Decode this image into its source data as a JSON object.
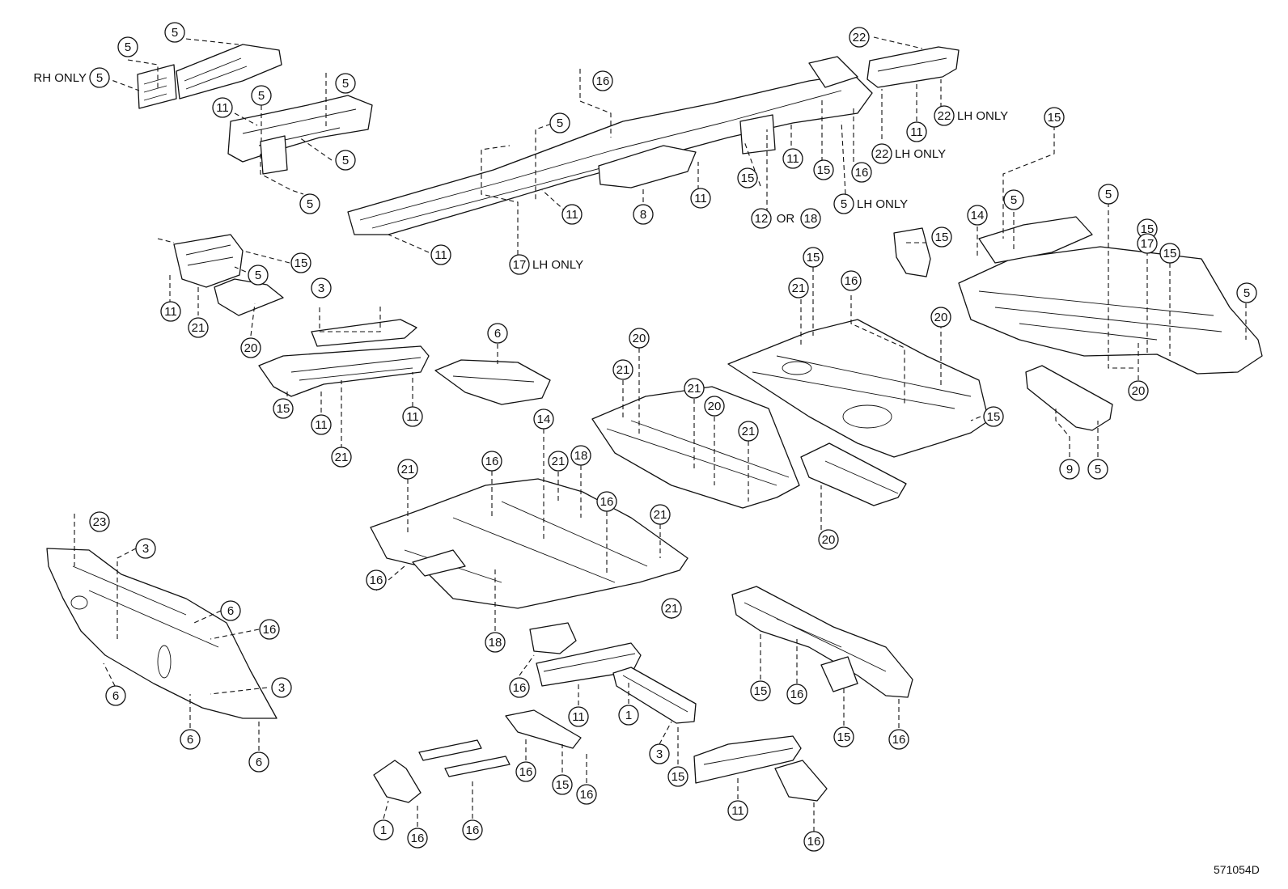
{
  "diagram_code": "571054D",
  "callouts": [
    {
      "id": "c01",
      "num": "5"
    },
    {
      "id": "c02",
      "num": "5"
    },
    {
      "id": "c03",
      "num": "5",
      "prefix": "RH ONLY"
    },
    {
      "id": "c04",
      "num": "5"
    },
    {
      "id": "c05",
      "num": "5"
    },
    {
      "id": "c06",
      "num": "11"
    },
    {
      "id": "c07",
      "num": "5"
    },
    {
      "id": "c08",
      "num": "5"
    },
    {
      "id": "c09",
      "num": "16"
    },
    {
      "id": "c10",
      "num": "5"
    },
    {
      "id": "c11",
      "num": "11"
    },
    {
      "id": "c12",
      "num": "8"
    },
    {
      "id": "c13",
      "num": "11"
    },
    {
      "id": "c14",
      "num": "11"
    },
    {
      "id": "c15",
      "num": "17",
      "suffix": "LH ONLY"
    },
    {
      "id": "c16",
      "num": "15"
    },
    {
      "id": "c17",
      "num": "12"
    },
    {
      "id": "c18",
      "num": "18"
    },
    {
      "id": "c19",
      "num": "11"
    },
    {
      "id": "c20",
      "num": "15"
    },
    {
      "id": "c21",
      "num": "16"
    },
    {
      "id": "c22",
      "num": "5",
      "suffix": "LH ONLY"
    },
    {
      "id": "c23",
      "num": "22"
    },
    {
      "id": "c24",
      "num": "22",
      "suffix": "LH ONLY"
    },
    {
      "id": "c25",
      "num": "11"
    },
    {
      "id": "c26",
      "num": "22",
      "suffix": "LH ONLY"
    },
    {
      "id": "c27",
      "num": "15"
    },
    {
      "id": "c28",
      "num": "5"
    },
    {
      "id": "c29",
      "num": "15"
    },
    {
      "id": "c30",
      "num": "11"
    },
    {
      "id": "c31",
      "num": "21"
    },
    {
      "id": "c32",
      "num": "20"
    },
    {
      "id": "c33",
      "num": "3"
    },
    {
      "id": "c34",
      "num": "15"
    },
    {
      "id": "c35",
      "num": "11"
    },
    {
      "id": "c36",
      "num": "11"
    },
    {
      "id": "c37",
      "num": "21"
    },
    {
      "id": "c38",
      "num": "6"
    },
    {
      "id": "c39",
      "num": "15"
    },
    {
      "id": "c40",
      "num": "15"
    },
    {
      "id": "c41",
      "num": "21"
    },
    {
      "id": "c42",
      "num": "16"
    },
    {
      "id": "c43",
      "num": "20"
    },
    {
      "id": "c44",
      "num": "15"
    },
    {
      "id": "c45",
      "num": "20"
    },
    {
      "id": "c46",
      "num": "15"
    },
    {
      "id": "c47",
      "num": "5"
    },
    {
      "id": "c48",
      "num": "14"
    },
    {
      "id": "c49",
      "num": "5"
    },
    {
      "id": "c50",
      "num": "15"
    },
    {
      "id": "c51",
      "num": "5"
    },
    {
      "id": "c52",
      "num": "20"
    },
    {
      "id": "c53",
      "num": "9"
    },
    {
      "id": "c54",
      "num": "5"
    },
    {
      "id": "c55",
      "num": "17"
    },
    {
      "id": "c56",
      "num": "20"
    },
    {
      "id": "c57",
      "num": "21"
    },
    {
      "id": "c58",
      "num": "21"
    },
    {
      "id": "c59",
      "num": "20"
    },
    {
      "id": "c60",
      "num": "21"
    },
    {
      "id": "c61",
      "num": "14"
    },
    {
      "id": "c62",
      "num": "21"
    },
    {
      "id": "c63",
      "num": "16"
    },
    {
      "id": "c64",
      "num": "21"
    },
    {
      "id": "c65",
      "num": "18"
    },
    {
      "id": "c66",
      "num": "16"
    },
    {
      "id": "c67",
      "num": "21"
    },
    {
      "id": "c68",
      "num": "16"
    },
    {
      "id": "c69",
      "num": "18"
    },
    {
      "id": "c70",
      "num": "21"
    },
    {
      "id": "c71",
      "num": "23"
    },
    {
      "id": "c72",
      "num": "3"
    },
    {
      "id": "c73",
      "num": "6"
    },
    {
      "id": "c74",
      "num": "16"
    },
    {
      "id": "c75",
      "num": "3"
    },
    {
      "id": "c76",
      "num": "6"
    },
    {
      "id": "c77",
      "num": "6"
    },
    {
      "id": "c78",
      "num": "6"
    },
    {
      "id": "c79",
      "num": "16"
    },
    {
      "id": "c80",
      "num": "11"
    },
    {
      "id": "c81",
      "num": "1"
    },
    {
      "id": "c82",
      "num": "3"
    },
    {
      "id": "c83",
      "num": "15"
    },
    {
      "id": "c84",
      "num": "16"
    },
    {
      "id": "c85",
      "num": "15"
    },
    {
      "id": "c86",
      "num": "16"
    },
    {
      "id": "c87",
      "num": "1"
    },
    {
      "id": "c88",
      "num": "16"
    },
    {
      "id": "c89",
      "num": "16"
    },
    {
      "id": "c90",
      "num": "11"
    },
    {
      "id": "c91",
      "num": "16"
    },
    {
      "id": "c92",
      "num": "15"
    },
    {
      "id": "c93",
      "num": "16"
    },
    {
      "id": "c94",
      "num": "15"
    },
    {
      "id": "c95",
      "num": "16"
    }
  ],
  "or_word": "OR"
}
